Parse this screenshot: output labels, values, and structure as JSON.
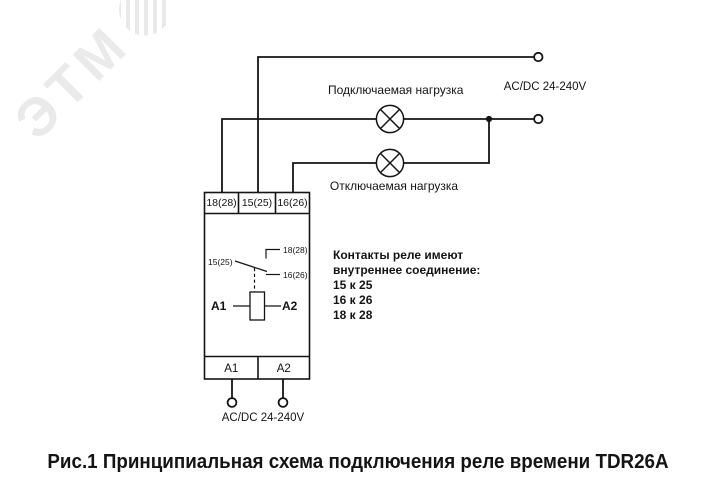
{
  "watermark": {
    "text": "ЭТМ"
  },
  "supply": {
    "top_label": "AC/DC 24-240V",
    "bottom_label": "AC/DC 24-240V"
  },
  "loads": {
    "connected": "Подключаемая нагрузка",
    "disconnected": "Отключаемая нагрузка"
  },
  "module": {
    "top_terminals": [
      "18(28)",
      "15(25)",
      "16(26)"
    ],
    "bottom_terminals": [
      "A1",
      "A2"
    ],
    "internal": {
      "common": "15(25)",
      "no_contact": "18(28)",
      "nc_contact": "16(26)",
      "coil_left": "A1",
      "coil_right": "A2"
    }
  },
  "note": {
    "line1": "Контакты реле имеют",
    "line2": "внутреннее соединение:",
    "items": [
      "15 к 25",
      "16 к 26",
      "18 к 28"
    ]
  },
  "caption": "Рис.1 Принципиальная схема подключения реле времени TDR26A",
  "colors": {
    "line": "#141414",
    "watermark": "#eaeaea"
  }
}
